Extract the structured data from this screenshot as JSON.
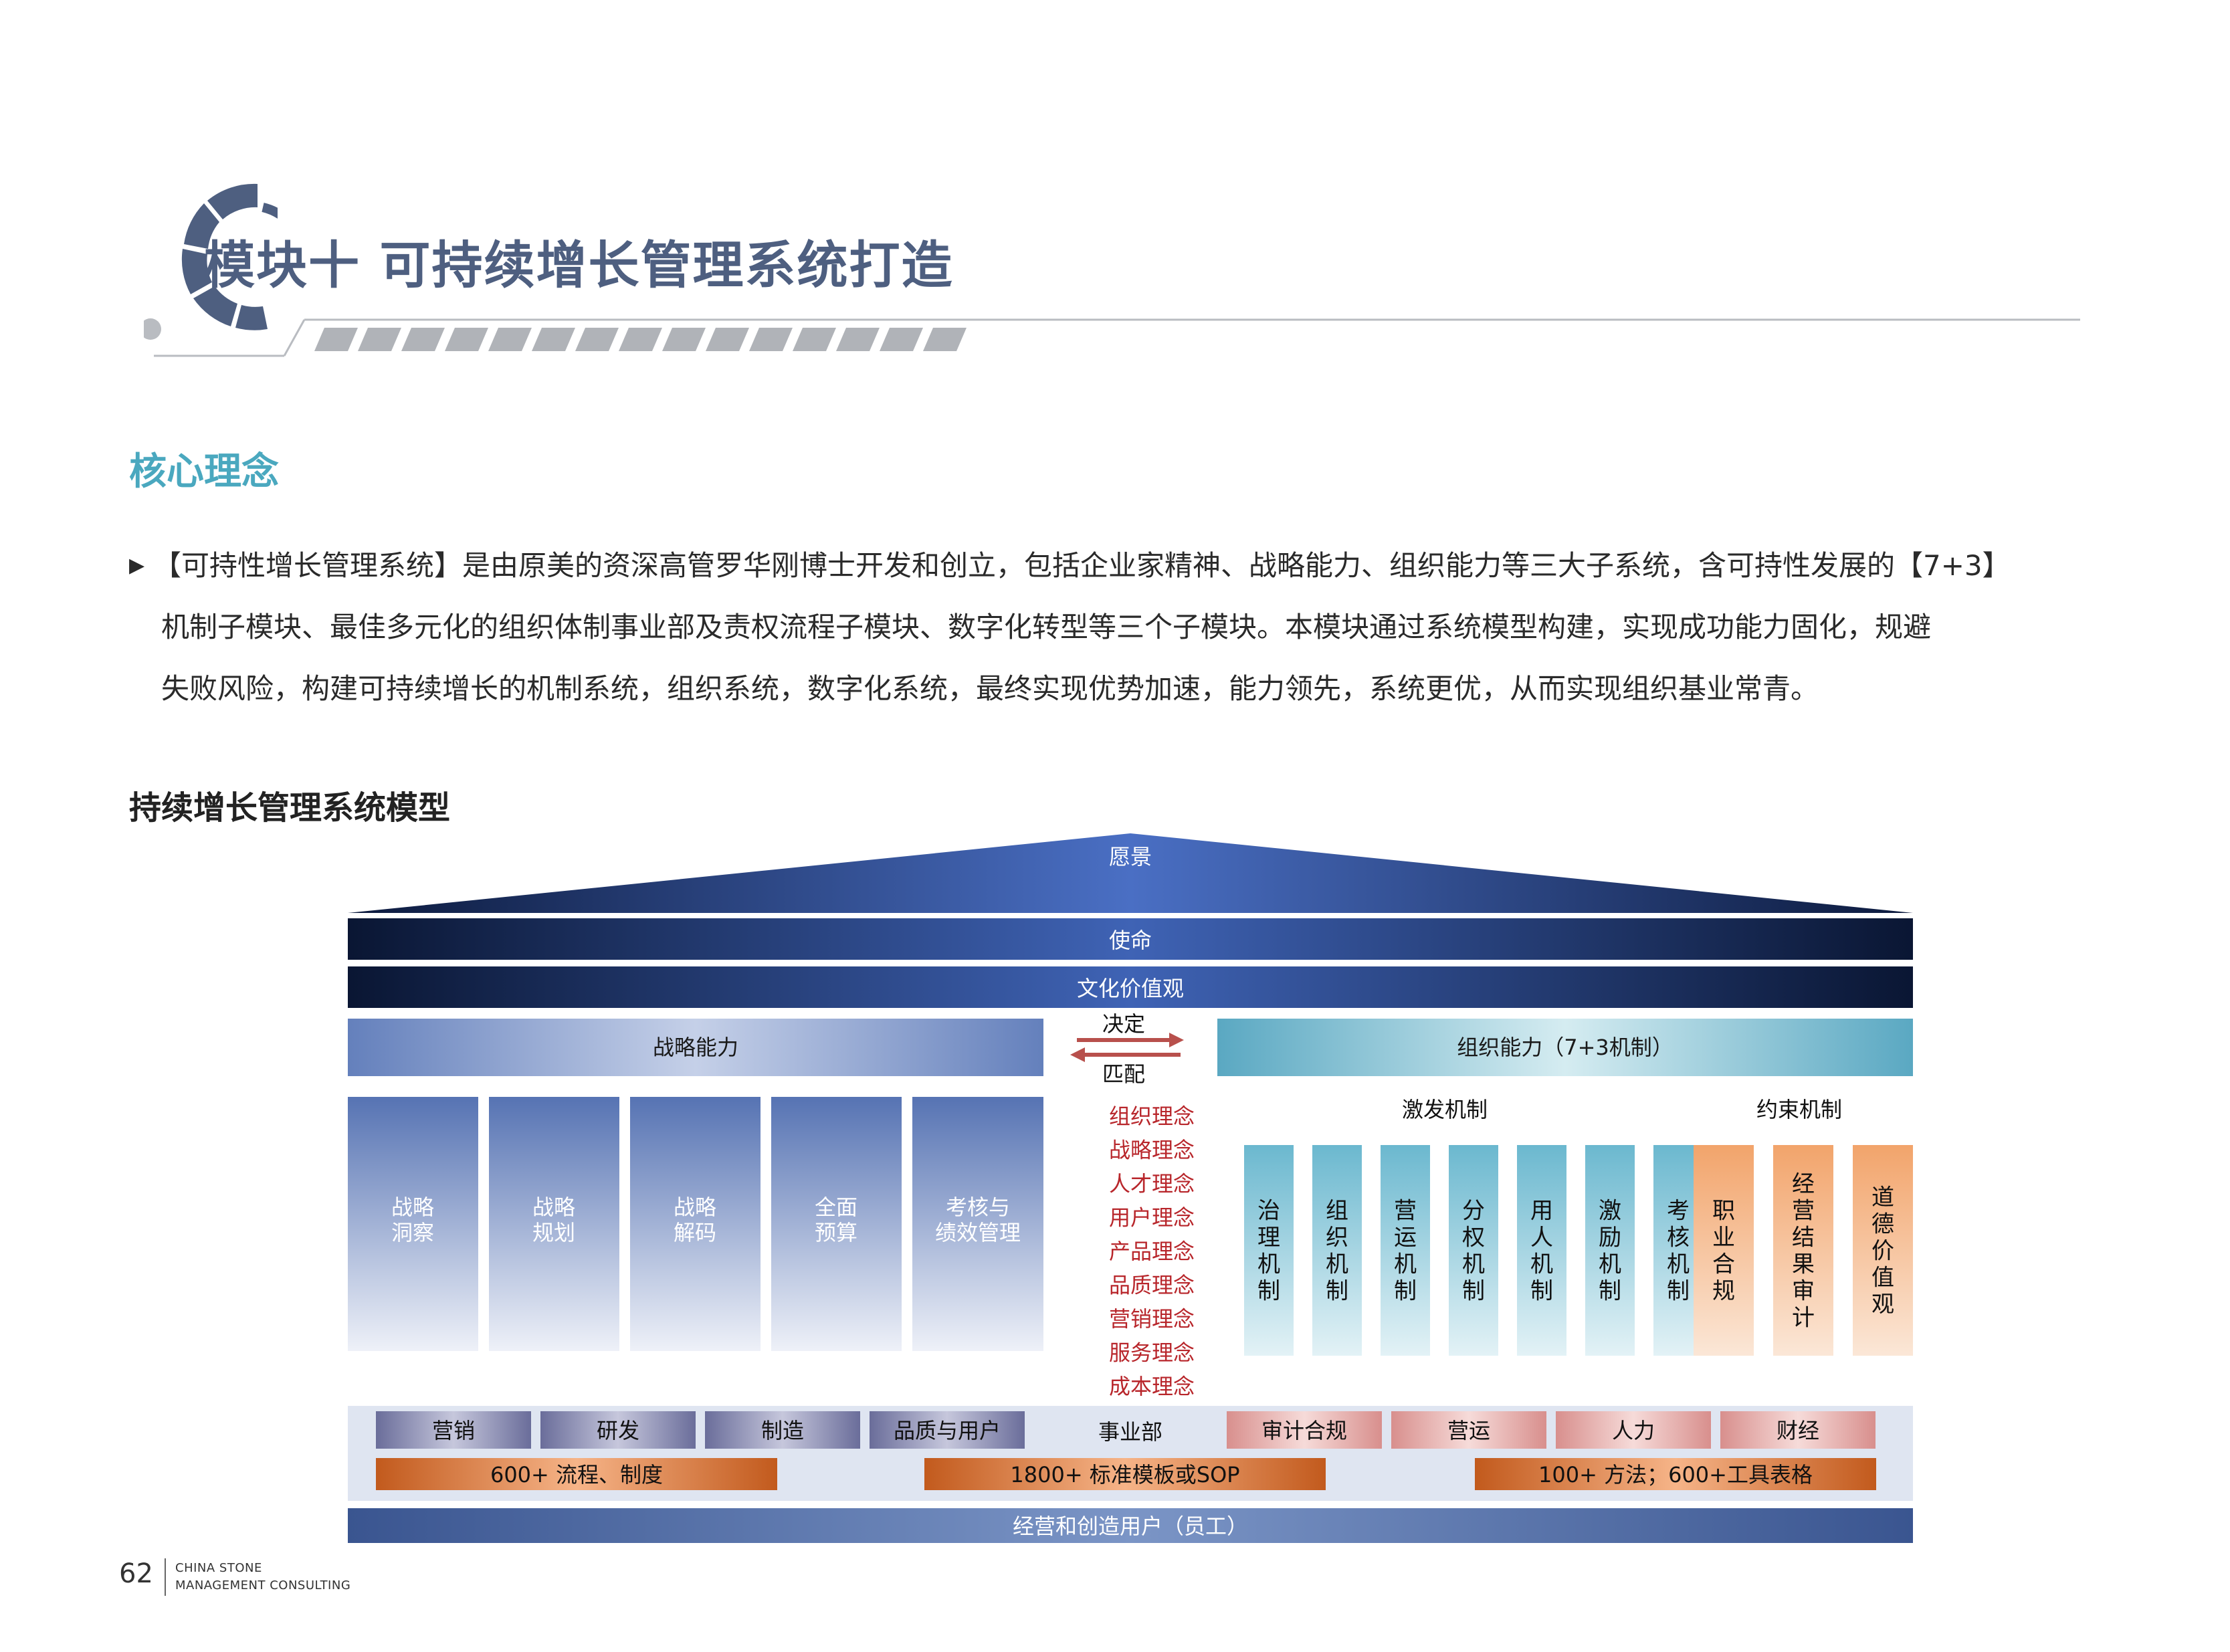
{
  "header": {
    "module_title": "模块十  可持续增长管理系统打造",
    "accent_color": "#4e5f80"
  },
  "section": {
    "title": "核心理念",
    "color": "#4aa8bf"
  },
  "intro": {
    "bullet": "▶",
    "lines": [
      "【可持性增长管理系统】是由原美的资深高管罗华刚博士开发和创立，包括企业家精神、战略能力、组织能力等三大子系统，含可持性发展的【7+3】",
      "机制子模块、最佳多元化的组织体制事业部及责权流程子模块、数字化转型等三个子模块。本模块通过系统模型构建，实现成功能力固化，规避",
      "失败风险，构建可持续增长的机制系统，组织系统，数字化系统，最终实现优势加速，能力领先，系统更优，从而实现组织基业常青。"
    ]
  },
  "model": {
    "title": "持续增长管理系统模型",
    "vision": "愿景",
    "mission": "使命",
    "values": "文化价值观",
    "strategy_capability": "战略能力",
    "org_capability": "组织能力（7+3机制）",
    "decide": "决定",
    "match": "匹配",
    "strategy_items": [
      [
        "战略",
        "洞察"
      ],
      [
        "战略",
        "规划"
      ],
      [
        "战略",
        "解码"
      ],
      [
        "全面",
        "预算"
      ],
      [
        "考核与",
        "绩效管理"
      ]
    ],
    "philosophies": [
      "组织理念",
      "战略理念",
      "人才理念",
      "用户理念",
      "产品理念",
      "品质理念",
      "营销理念",
      "服务理念",
      "成本理念"
    ],
    "incentive_label": "激发机制",
    "constraint_label": "约束机制",
    "incentive_items": [
      "治理机制",
      "组织机制",
      "营运机制",
      "分权机制",
      "用人机制",
      "激励机制",
      "考核机制"
    ],
    "constraint_items": [
      "职业合规",
      "经营结果审计",
      "道德价值观"
    ],
    "business_unit": "事业部",
    "left_functions": [
      "营销",
      "研发",
      "制造",
      "品质与用户"
    ],
    "right_functions": [
      "审计合规",
      "营运",
      "人力",
      "财经"
    ],
    "resources": [
      "600+ 流程、制度",
      "1800+ 标准模板或SOP",
      "100+ 方法；600+工具表格"
    ],
    "base": "经营和创造用户（员工）",
    "philosophy_color": "#b8262b"
  },
  "footer": {
    "page_number": "62",
    "company_line1": "CHINA STONE",
    "company_line2": "MANAGEMENT CONSULTING"
  }
}
